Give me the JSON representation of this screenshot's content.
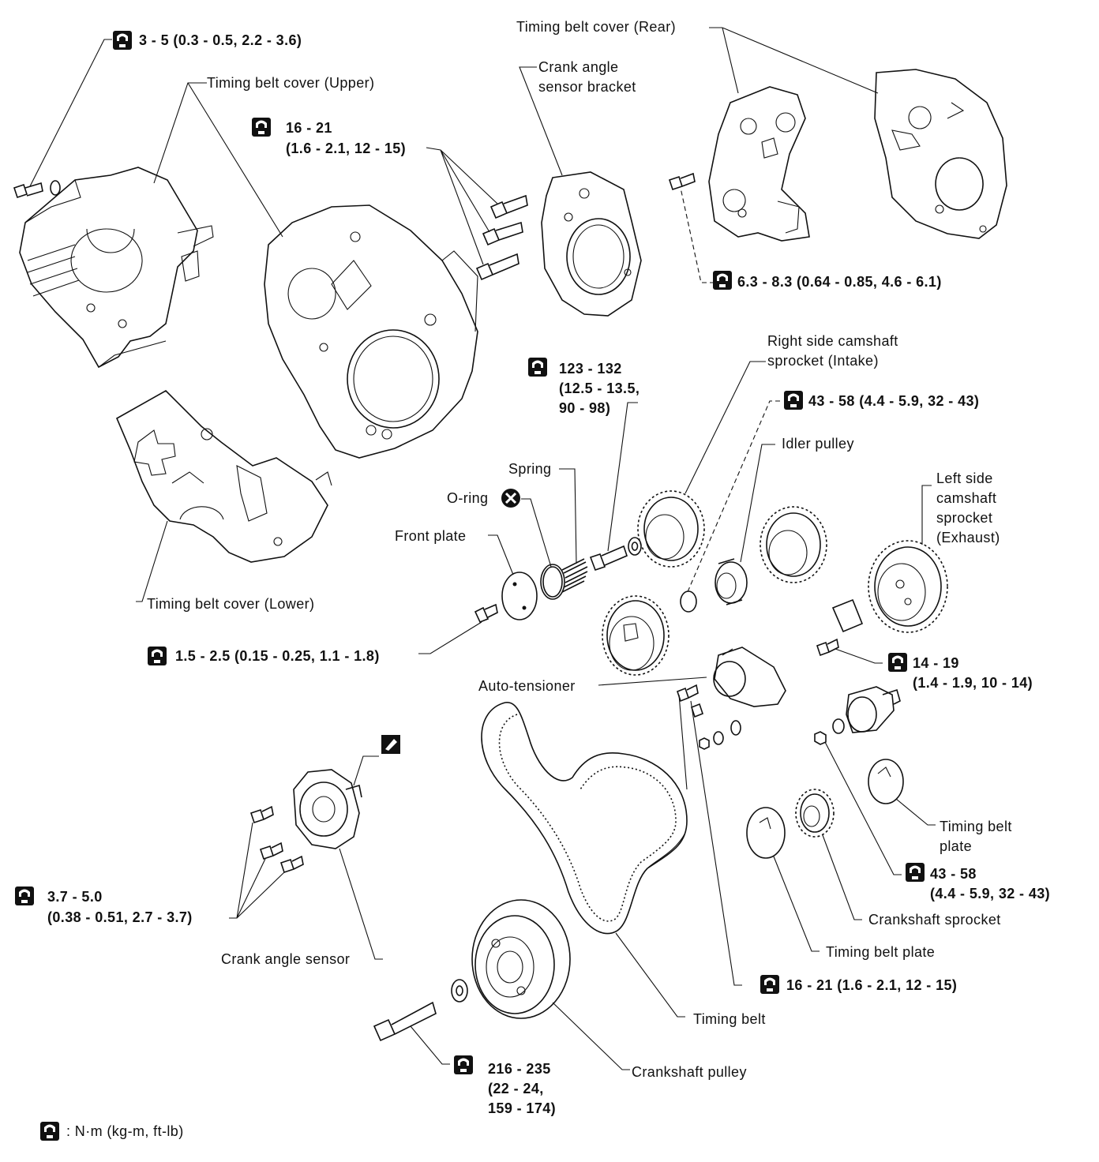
{
  "labels": {
    "cover_rear": "Timing belt cover (Rear)",
    "cover_upper": "Timing belt cover (Upper)",
    "cover_lower": "Timing belt cover (Lower)",
    "cas_bracket_1": "Crank angle",
    "cas_bracket_2": "sensor bracket",
    "rs_sprocket_1": "Right side camshaft",
    "rs_sprocket_2": "sprocket (Intake)",
    "idler": "Idler pulley",
    "ls_sprocket_1": "Left side",
    "ls_sprocket_2": "camshaft",
    "ls_sprocket_3": "sprocket",
    "ls_sprocket_4": "(Exhaust)",
    "spring": "Spring",
    "oring": "O-ring",
    "front_plate": "Front plate",
    "auto_tensioner": "Auto-tensioner",
    "tb_plate_right_1": "Timing belt",
    "tb_plate_right_2": "plate",
    "crank_sprocket": "Crankshaft sprocket",
    "tb_plate_lower": "Timing belt plate",
    "timing_belt": "Timing belt",
    "crank_pulley": "Crankshaft pulley",
    "crank_angle_sensor": "Crank angle sensor"
  },
  "torques": {
    "t1": "3 - 5 (0.3 - 0.5, 2.2 - 3.6)",
    "t2_a": "16 - 21",
    "t2_b": "(1.6 - 2.1, 12 - 15)",
    "t3": "6.3 - 8.3 (0.64 - 0.85, 4.6 - 6.1)",
    "t4_a": "123 - 132",
    "t4_b": "(12.5 - 13.5,",
    "t4_c": "90 - 98)",
    "t5": "43 - 58 (4.4 - 5.9, 32 - 43)",
    "t6": "1.5 - 2.5 (0.15 - 0.25, 1.1 - 1.8)",
    "t7_a": "14 - 19",
    "t7_b": "(1.4 - 1.9, 10 - 14)",
    "t8_a": "43 - 58",
    "t8_b": "(4.4 - 5.9, 32 - 43)",
    "t9_a": "3.7 - 5.0",
    "t9_b": "(0.38 - 0.51, 2.7 - 3.7)",
    "t10": "16 - 21 (1.6 - 2.1, 12 - 15)",
    "t11_a": "216 - 235",
    "t11_b": "(22 - 24,",
    "t11_c": "159 - 174)"
  },
  "legend": {
    "text": ":  N·m (kg-m, ft-lb)"
  },
  "icons": {
    "torque": "torque-wrench-icon",
    "replace": "do-not-reuse-icon",
    "sealant": "sealant-icon"
  }
}
